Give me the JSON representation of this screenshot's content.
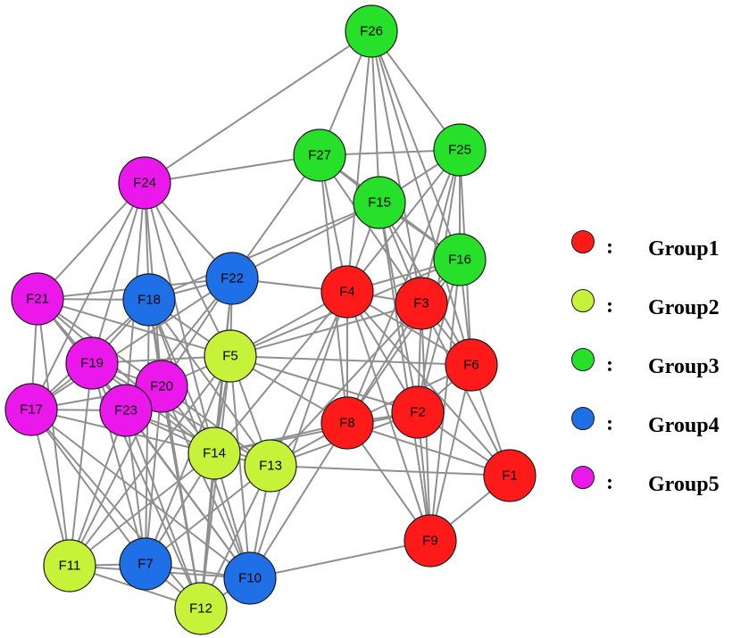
{
  "groups": {
    "group1": {
      "label": "Group1",
      "color": "#ff1a1a"
    },
    "group2": {
      "label": "Group2",
      "color": "#c7f23a"
    },
    "group3": {
      "label": "Group3",
      "color": "#27e02a"
    },
    "group4": {
      "label": "Group4",
      "color": "#1f6fe6"
    },
    "group5": {
      "label": "Group5",
      "color": "#ea18ea"
    }
  },
  "legend": {
    "colon": ":",
    "items": [
      "group1",
      "group2",
      "group3",
      "group4",
      "group5"
    ]
  },
  "nodes": [
    {
      "id": "F1",
      "group": "group1"
    },
    {
      "id": "F2",
      "group": "group1"
    },
    {
      "id": "F3",
      "group": "group1"
    },
    {
      "id": "F4",
      "group": "group1"
    },
    {
      "id": "F6",
      "group": "group1"
    },
    {
      "id": "F8",
      "group": "group1"
    },
    {
      "id": "F9",
      "group": "group1"
    },
    {
      "id": "F5",
      "group": "group2"
    },
    {
      "id": "F11",
      "group": "group2"
    },
    {
      "id": "F12",
      "group": "group2"
    },
    {
      "id": "F13",
      "group": "group2"
    },
    {
      "id": "F14",
      "group": "group2"
    },
    {
      "id": "F15",
      "group": "group3"
    },
    {
      "id": "F16",
      "group": "group3"
    },
    {
      "id": "F25",
      "group": "group3"
    },
    {
      "id": "F26",
      "group": "group3"
    },
    {
      "id": "F27",
      "group": "group3"
    },
    {
      "id": "F7",
      "group": "group4"
    },
    {
      "id": "F10",
      "group": "group4"
    },
    {
      "id": "F18",
      "group": "group4"
    },
    {
      "id": "F22",
      "group": "group4"
    },
    {
      "id": "F17",
      "group": "group5"
    },
    {
      "id": "F19",
      "group": "group5"
    },
    {
      "id": "F20",
      "group": "group5"
    },
    {
      "id": "F21",
      "group": "group5"
    },
    {
      "id": "F23",
      "group": "group5"
    },
    {
      "id": "F24",
      "group": "group5"
    }
  ],
  "edges": [
    [
      "F26",
      "F24"
    ],
    [
      "F26",
      "F27"
    ],
    [
      "F26",
      "F25"
    ],
    [
      "F26",
      "F15"
    ],
    [
      "F26",
      "F16"
    ],
    [
      "F26",
      "F4"
    ],
    [
      "F26",
      "F3"
    ],
    [
      "F26",
      "F6"
    ],
    [
      "F27",
      "F25"
    ],
    [
      "F27",
      "F15"
    ],
    [
      "F27",
      "F16"
    ],
    [
      "F27",
      "F4"
    ],
    [
      "F27",
      "F3"
    ],
    [
      "F27",
      "F22"
    ],
    [
      "F27",
      "F8"
    ],
    [
      "F27",
      "F24"
    ],
    [
      "F25",
      "F15"
    ],
    [
      "F25",
      "F16"
    ],
    [
      "F25",
      "F4"
    ],
    [
      "F25",
      "F3"
    ],
    [
      "F25",
      "F6"
    ],
    [
      "F25",
      "F2"
    ],
    [
      "F25",
      "F8"
    ],
    [
      "F15",
      "F16"
    ],
    [
      "F15",
      "F4"
    ],
    [
      "F15",
      "F3"
    ],
    [
      "F15",
      "F6"
    ],
    [
      "F15",
      "F2"
    ],
    [
      "F15",
      "F22"
    ],
    [
      "F15",
      "F18"
    ],
    [
      "F15",
      "F9"
    ],
    [
      "F16",
      "F4"
    ],
    [
      "F16",
      "F3"
    ],
    [
      "F16",
      "F6"
    ],
    [
      "F16",
      "F2"
    ],
    [
      "F16",
      "F8"
    ],
    [
      "F16",
      "F5"
    ],
    [
      "F16",
      "F9"
    ],
    [
      "F24",
      "F21"
    ],
    [
      "F24",
      "F18"
    ],
    [
      "F24",
      "F19"
    ],
    [
      "F24",
      "F20"
    ],
    [
      "F24",
      "F22"
    ],
    [
      "F24",
      "F17"
    ],
    [
      "F24",
      "F23"
    ],
    [
      "F24",
      "F14"
    ],
    [
      "F24",
      "F5"
    ],
    [
      "F21",
      "F18"
    ],
    [
      "F21",
      "F19"
    ],
    [
      "F21",
      "F20"
    ],
    [
      "F21",
      "F17"
    ],
    [
      "F21",
      "F23"
    ],
    [
      "F21",
      "F14"
    ],
    [
      "F21",
      "F22"
    ],
    [
      "F21",
      "F11"
    ],
    [
      "F21",
      "F5"
    ],
    [
      "F18",
      "F22"
    ],
    [
      "F18",
      "F19"
    ],
    [
      "F18",
      "F20"
    ],
    [
      "F18",
      "F17"
    ],
    [
      "F18",
      "F5"
    ],
    [
      "F18",
      "F14"
    ],
    [
      "F18",
      "F13"
    ],
    [
      "F18",
      "F10"
    ],
    [
      "F18",
      "F7"
    ],
    [
      "F18",
      "F12"
    ],
    [
      "F22",
      "F20"
    ],
    [
      "F22",
      "F5"
    ],
    [
      "F22",
      "F4"
    ],
    [
      "F22",
      "F23"
    ],
    [
      "F22",
      "F14"
    ],
    [
      "F22",
      "F17"
    ],
    [
      "F22",
      "F12"
    ],
    [
      "F19",
      "F20"
    ],
    [
      "F19",
      "F17"
    ],
    [
      "F19",
      "F23"
    ],
    [
      "F19",
      "F14"
    ],
    [
      "F19",
      "F13"
    ],
    [
      "F19",
      "F5"
    ],
    [
      "F19",
      "F7"
    ],
    [
      "F19",
      "F11"
    ],
    [
      "F19",
      "F12"
    ],
    [
      "F19",
      "F10"
    ],
    [
      "F20",
      "F5"
    ],
    [
      "F20",
      "F23"
    ],
    [
      "F20",
      "F14"
    ],
    [
      "F20",
      "F13"
    ],
    [
      "F20",
      "F7"
    ],
    [
      "F20",
      "F10"
    ],
    [
      "F20",
      "F12"
    ],
    [
      "F20",
      "F11"
    ],
    [
      "F20",
      "F17"
    ],
    [
      "F17",
      "F23"
    ],
    [
      "F17",
      "F11"
    ],
    [
      "F17",
      "F7"
    ],
    [
      "F17",
      "F14"
    ],
    [
      "F17",
      "F12"
    ],
    [
      "F17",
      "F10"
    ],
    [
      "F23",
      "F14"
    ],
    [
      "F23",
      "F7"
    ],
    [
      "F23",
      "F11"
    ],
    [
      "F23",
      "F12"
    ],
    [
      "F23",
      "F10"
    ],
    [
      "F23",
      "F13"
    ],
    [
      "F5",
      "F14"
    ],
    [
      "F5",
      "F13"
    ],
    [
      "F5",
      "F4"
    ],
    [
      "F5",
      "F3"
    ],
    [
      "F5",
      "F6"
    ],
    [
      "F5",
      "F8"
    ],
    [
      "F5",
      "F2"
    ],
    [
      "F5",
      "F10"
    ],
    [
      "F5",
      "F7"
    ],
    [
      "F5",
      "F11"
    ],
    [
      "F5",
      "F12"
    ],
    [
      "F14",
      "F13"
    ],
    [
      "F14",
      "F7"
    ],
    [
      "F14",
      "F10"
    ],
    [
      "F14",
      "F12"
    ],
    [
      "F14",
      "F11"
    ],
    [
      "F14",
      "F8"
    ],
    [
      "F14",
      "F4"
    ],
    [
      "F14",
      "F2"
    ],
    [
      "F13",
      "F10"
    ],
    [
      "F13",
      "F7"
    ],
    [
      "F13",
      "F12"
    ],
    [
      "F13",
      "F8"
    ],
    [
      "F13",
      "F2"
    ],
    [
      "F13",
      "F1"
    ],
    [
      "F13",
      "F4"
    ],
    [
      "F13",
      "F3"
    ],
    [
      "F11",
      "F7"
    ],
    [
      "F11",
      "F12"
    ],
    [
      "F11",
      "F10"
    ],
    [
      "F7",
      "F12"
    ],
    [
      "F7",
      "F10"
    ],
    [
      "F12",
      "F10"
    ],
    [
      "F10",
      "F9"
    ],
    [
      "F10",
      "F8"
    ],
    [
      "F10",
      "F4"
    ],
    [
      "F4",
      "F3"
    ],
    [
      "F4",
      "F8"
    ],
    [
      "F4",
      "F2"
    ],
    [
      "F4",
      "F6"
    ],
    [
      "F4",
      "F1"
    ],
    [
      "F4",
      "F9"
    ],
    [
      "F3",
      "F6"
    ],
    [
      "F3",
      "F2"
    ],
    [
      "F3",
      "F8"
    ],
    [
      "F3",
      "F1"
    ],
    [
      "F3",
      "F9"
    ],
    [
      "F6",
      "F2"
    ],
    [
      "F6",
      "F8"
    ],
    [
      "F6",
      "F1"
    ],
    [
      "F6",
      "F9"
    ],
    [
      "F2",
      "F8"
    ],
    [
      "F2",
      "F9"
    ],
    [
      "F2",
      "F1"
    ],
    [
      "F8",
      "F9"
    ],
    [
      "F8",
      "F1"
    ],
    [
      "F9",
      "F1"
    ]
  ]
}
